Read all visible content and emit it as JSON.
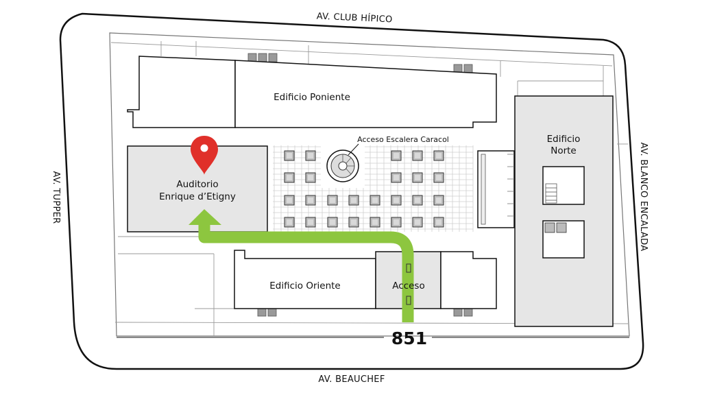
{
  "streets": {
    "north": "AV. CLUB HÍPICO",
    "south": "AV. BEAUCHEF",
    "west": "AV. TUPPER",
    "east": "AV. BLANCO ENCALADA"
  },
  "buildings": {
    "poniente": "Edificio Poniente",
    "oriente": "Edificio Oriente",
    "norte_line1": "Edificio",
    "norte_line2": "Norte",
    "acceso": "Acceso",
    "auditorio_line1": "Auditorio",
    "auditorio_line2": "Enrique d’Etigny"
  },
  "labels": {
    "escalera": "Acceso Escalera Caracol"
  },
  "street_number": "851",
  "colors": {
    "route": "#8dc63f",
    "pin": "#e0302a",
    "building_fill": "#e6e6e6",
    "outline": "#111111"
  },
  "icons": {
    "destination": "map-pin-icon",
    "route": "route-arrow-icon"
  }
}
